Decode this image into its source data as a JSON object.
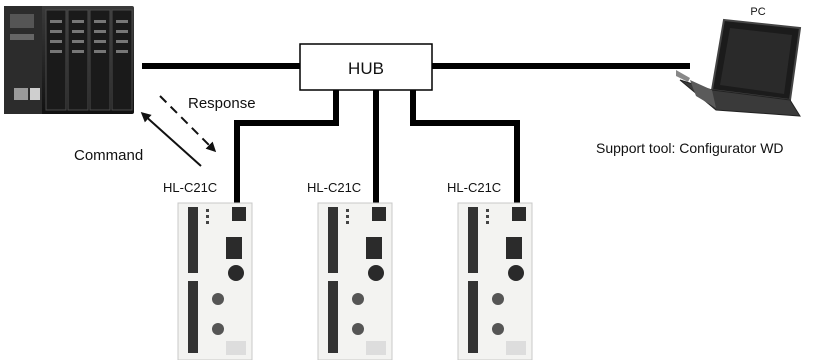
{
  "hub": {
    "label": "HUB"
  },
  "pc": {
    "label": "PC",
    "caption": "Support tool: Configurator WD"
  },
  "arrows": {
    "response_label": "Response",
    "command_label": "Command"
  },
  "units": [
    {
      "label": "HL-C21C"
    },
    {
      "label": "HL-C21C"
    },
    {
      "label": "HL-C21C"
    }
  ]
}
